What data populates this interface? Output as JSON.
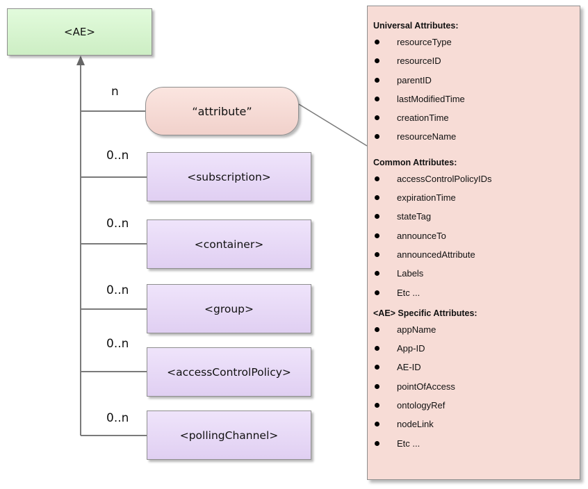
{
  "diagram": {
    "root": {
      "label": "<AE>"
    },
    "attribute_node": {
      "label": "“attribute”",
      "multiplicity": "n"
    },
    "children": [
      {
        "label": "<subscription>",
        "multiplicity": "0..n"
      },
      {
        "label": "<container>",
        "multiplicity": "0..n"
      },
      {
        "label": "<group>",
        "multiplicity": "0..n"
      },
      {
        "label": "<accessControlPolicy>",
        "multiplicity": "0..n"
      },
      {
        "label": "<pollingChannel>",
        "multiplicity": "0..n"
      }
    ]
  },
  "attributes_panel": {
    "sections": [
      {
        "title": "Universal Attributes:",
        "items": [
          "resourceType",
          "resourceID",
          "parentID",
          "lastModifiedTime",
          "creationTime",
          "resourceName"
        ]
      },
      {
        "title": "Common Attributes:",
        "items": [
          "accessControlPolicyIDs",
          "expirationTime",
          "stateTag",
          "announceTo",
          "announcedAttribute",
          "Labels",
          "Etc ..."
        ]
      },
      {
        "title": "<AE> Specific Attributes:",
        "items": [
          "appName",
          "App-ID",
          "AE-ID",
          "pointOfAccess",
          "ontologyRef",
          "nodeLink",
          "Etc ..."
        ]
      }
    ]
  },
  "colors": {
    "root_fill": "#d6f5cf",
    "attribute_fill": "#f5d9d3",
    "child_fill": "#e6d8f6",
    "panel_fill": "#f7dcd6",
    "line": "#7a7a7a"
  }
}
